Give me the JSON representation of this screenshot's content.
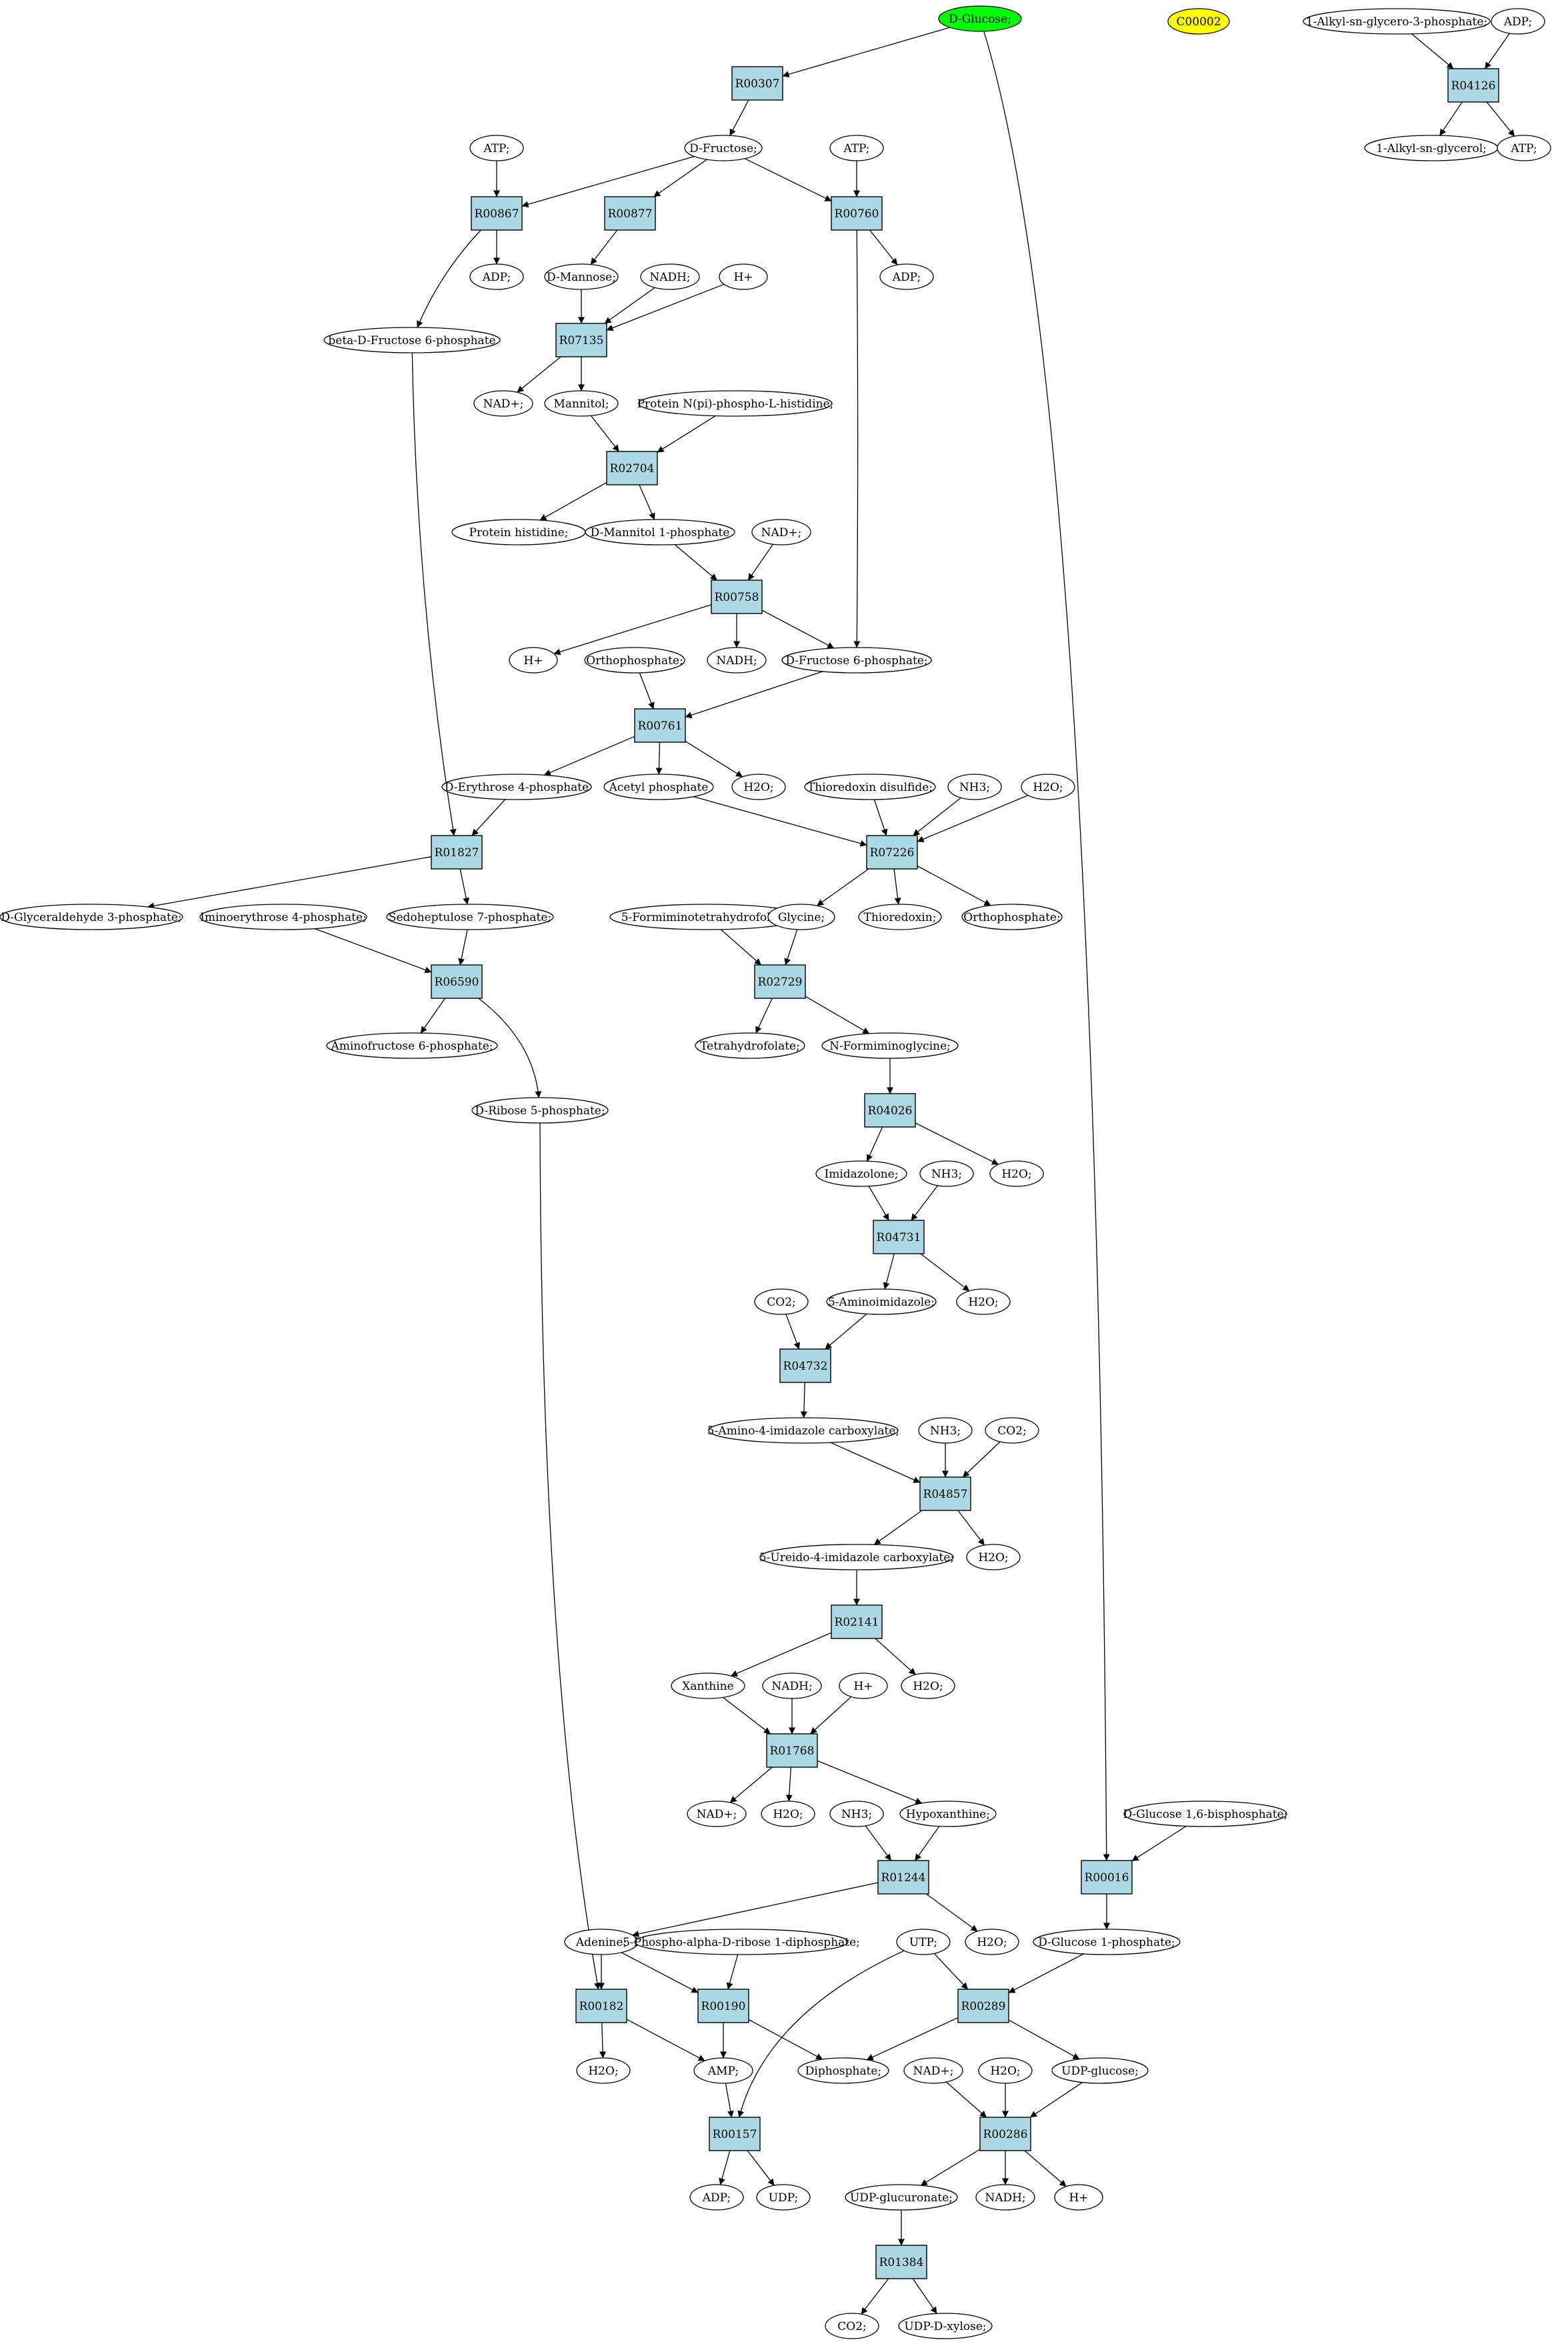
{
  "colors": {
    "reaction_fill": "#add8e6",
    "metabolite_fill": "#ffffff",
    "start_fill": "#00ff00",
    "highlight_fill": "#ffff00",
    "edge": "#000000"
  },
  "reactions": [
    {
      "id": "r_R00307",
      "label": "R00307"
    },
    {
      "id": "r_R04126",
      "label": "R04126"
    },
    {
      "id": "r_R00867",
      "label": "R00867"
    },
    {
      "id": "r_R00877",
      "label": "R00877"
    },
    {
      "id": "r_R00760",
      "label": "R00760"
    },
    {
      "id": "r_R07135",
      "label": "R07135"
    },
    {
      "id": "r_R02704",
      "label": "R02704"
    },
    {
      "id": "r_R00758",
      "label": "R00758"
    },
    {
      "id": "r_R00761",
      "label": "R00761"
    },
    {
      "id": "r_R01827",
      "label": "R01827"
    },
    {
      "id": "r_R07226",
      "label": "R07226"
    },
    {
      "id": "r_R06590",
      "label": "R06590"
    },
    {
      "id": "r_R02729",
      "label": "R02729"
    },
    {
      "id": "r_R04026",
      "label": "R04026"
    },
    {
      "id": "r_R04731",
      "label": "R04731"
    },
    {
      "id": "r_R04732",
      "label": "R04732"
    },
    {
      "id": "r_R04857",
      "label": "R04857"
    },
    {
      "id": "r_R02141",
      "label": "R02141"
    },
    {
      "id": "r_R01768",
      "label": "R01768"
    },
    {
      "id": "r_R01244",
      "label": "R01244"
    },
    {
      "id": "r_R00016",
      "label": "R00016"
    },
    {
      "id": "r_R00182",
      "label": "R00182"
    },
    {
      "id": "r_R00190",
      "label": "R00190"
    },
    {
      "id": "r_R00289",
      "label": "R00289"
    },
    {
      "id": "r_R00157",
      "label": "R00157"
    },
    {
      "id": "r_R00286",
      "label": "R00286"
    },
    {
      "id": "r_R01384",
      "label": "R01384"
    }
  ],
  "metabolites": [
    {
      "id": "m_dglucose",
      "label": "D-Glucose;",
      "kind": "start"
    },
    {
      "id": "m_c00002",
      "label": "C00002",
      "kind": "highlight"
    },
    {
      "id": "m_alkylglycerophos",
      "label": "1-Alkyl-sn-glycero-3-phosphate;"
    },
    {
      "id": "m_adp_top",
      "label": "ADP;"
    },
    {
      "id": "m_alkylglycerol",
      "label": "1-Alkyl-sn-glycerol;"
    },
    {
      "id": "m_atp_top",
      "label": "ATP;"
    },
    {
      "id": "m_atp_1",
      "label": "ATP;"
    },
    {
      "id": "m_dfructose",
      "label": "D-Fructose;"
    },
    {
      "id": "m_atp_2",
      "label": "ATP;"
    },
    {
      "id": "m_adp_1",
      "label": "ADP;"
    },
    {
      "id": "m_adp_2",
      "label": "ADP;"
    },
    {
      "id": "m_dmannose",
      "label": "D-Mannose;"
    },
    {
      "id": "m_nadh_1",
      "label": "NADH;"
    },
    {
      "id": "m_hplus_1",
      "label": "H+"
    },
    {
      "id": "m_bfruc6p",
      "label": "beta-D-Fructose 6-phosphate"
    },
    {
      "id": "m_nadplus_1",
      "label": "NAD+;"
    },
    {
      "id": "m_mannitol",
      "label": "Mannitol;"
    },
    {
      "id": "m_protnpihis",
      "label": "Protein N(pi)-phospho-L-histidine;"
    },
    {
      "id": "m_prothis",
      "label": "Protein histidine;"
    },
    {
      "id": "m_dmannitol1p",
      "label": "D-Mannitol 1-phosphate"
    },
    {
      "id": "m_nadplus_2",
      "label": "NAD+;"
    },
    {
      "id": "m_hplus_2",
      "label": "H+"
    },
    {
      "id": "m_orthophos_1",
      "label": "Orthophosphate;"
    },
    {
      "id": "m_nadh_2",
      "label": "NADH;"
    },
    {
      "id": "m_dfruc6p",
      "label": "D-Fructose 6-phosphate;"
    },
    {
      "id": "m_derythrose4p",
      "label": "D-Erythrose 4-phosphate"
    },
    {
      "id": "m_acetylphos",
      "label": "Acetyl phosphate"
    },
    {
      "id": "m_h2o_1",
      "label": "H2O;"
    },
    {
      "id": "m_thioredoxindisulf",
      "label": "Thioredoxin disulfide;"
    },
    {
      "id": "m_nh3_1",
      "label": "NH3;"
    },
    {
      "id": "m_h2o_2",
      "label": "H2O;"
    },
    {
      "id": "m_dglyc3p",
      "label": "D-Glyceraldehyde 3-phosphate;"
    },
    {
      "id": "m_iminoerythrose",
      "label": "Iminoerythrose 4-phosphate;"
    },
    {
      "id": "m_sedohept7p",
      "label": "Sedoheptulose 7-phosphate;"
    },
    {
      "id": "m_formiminothf",
      "label": "5-Formiminotetrahydrofolate;"
    },
    {
      "id": "m_glycine",
      "label": "Glycine;"
    },
    {
      "id": "m_thioredoxin",
      "label": "Thioredoxin;"
    },
    {
      "id": "m_orthophos_2",
      "label": "Orthophosphate;"
    },
    {
      "id": "m_aminofruc6p",
      "label": "Aminofructose 6-phosphate;"
    },
    {
      "id": "m_thf",
      "label": "Tetrahydrofolate;"
    },
    {
      "id": "m_nformiminogly",
      "label": "N-Formiminoglycine;"
    },
    {
      "id": "m_dribose5p",
      "label": "D-Ribose 5-phosphate;"
    },
    {
      "id": "m_imidazolone",
      "label": "Imidazolone;"
    },
    {
      "id": "m_nh3_2",
      "label": "NH3;"
    },
    {
      "id": "m_h2o_3",
      "label": "H2O;"
    },
    {
      "id": "m_co2_1",
      "label": "CO2;"
    },
    {
      "id": "m_5aminoimid",
      "label": "5-Aminoimidazole;"
    },
    {
      "id": "m_h2o_4",
      "label": "H2O;"
    },
    {
      "id": "m_5amino4imidcarb",
      "label": "5-Amino-4-imidazole carboxylate;"
    },
    {
      "id": "m_nh3_3",
      "label": "NH3;"
    },
    {
      "id": "m_co2_2",
      "label": "CO2;"
    },
    {
      "id": "m_5ureido",
      "label": "5-Ureido-4-imidazole carboxylate;"
    },
    {
      "id": "m_h2o_5",
      "label": "H2O;"
    },
    {
      "id": "m_xanthine",
      "label": "Xanthine"
    },
    {
      "id": "m_nadh_3",
      "label": "NADH;"
    },
    {
      "id": "m_hplus_3",
      "label": "H+"
    },
    {
      "id": "m_h2o_6",
      "label": "H2O;"
    },
    {
      "id": "m_nadplus_3",
      "label": "NAD+;"
    },
    {
      "id": "m_h2o_7",
      "label": "H2O;"
    },
    {
      "id": "m_nh3_4",
      "label": "NH3;"
    },
    {
      "id": "m_hypoxanthine",
      "label": "Hypoxanthine;"
    },
    {
      "id": "m_dglc16bp",
      "label": "D-Glucose 1,6-bisphosphate;"
    },
    {
      "id": "m_adenine",
      "label": "Adenine;"
    },
    {
      "id": "m_prpp",
      "label": "5-Phospho-alpha-D-ribose 1-diphosphate;"
    },
    {
      "id": "m_utp",
      "label": "UTP;"
    },
    {
      "id": "m_h2o_8",
      "label": "H2O;"
    },
    {
      "id": "m_dglc1p",
      "label": "D-Glucose 1-phosphate;"
    },
    {
      "id": "m_h2o_9",
      "label": "H2O;"
    },
    {
      "id": "m_amp",
      "label": "AMP;"
    },
    {
      "id": "m_diphosphate",
      "label": "Diphosphate;"
    },
    {
      "id": "m_nadplus_4",
      "label": "NAD+;"
    },
    {
      "id": "m_h2o_10",
      "label": "H2O;"
    },
    {
      "id": "m_udpglucose",
      "label": "UDP-glucose;"
    },
    {
      "id": "m_adp_3",
      "label": "ADP;"
    },
    {
      "id": "m_udp",
      "label": "UDP;"
    },
    {
      "id": "m_udpglucuronate",
      "label": "UDP-glucuronate;"
    },
    {
      "id": "m_nadh_4",
      "label": "NADH;"
    },
    {
      "id": "m_hplus_4",
      "label": "H+"
    },
    {
      "id": "m_co2_3",
      "label": "CO2;"
    },
    {
      "id": "m_udpxylose",
      "label": "UDP-D-xylose;"
    }
  ]
}
